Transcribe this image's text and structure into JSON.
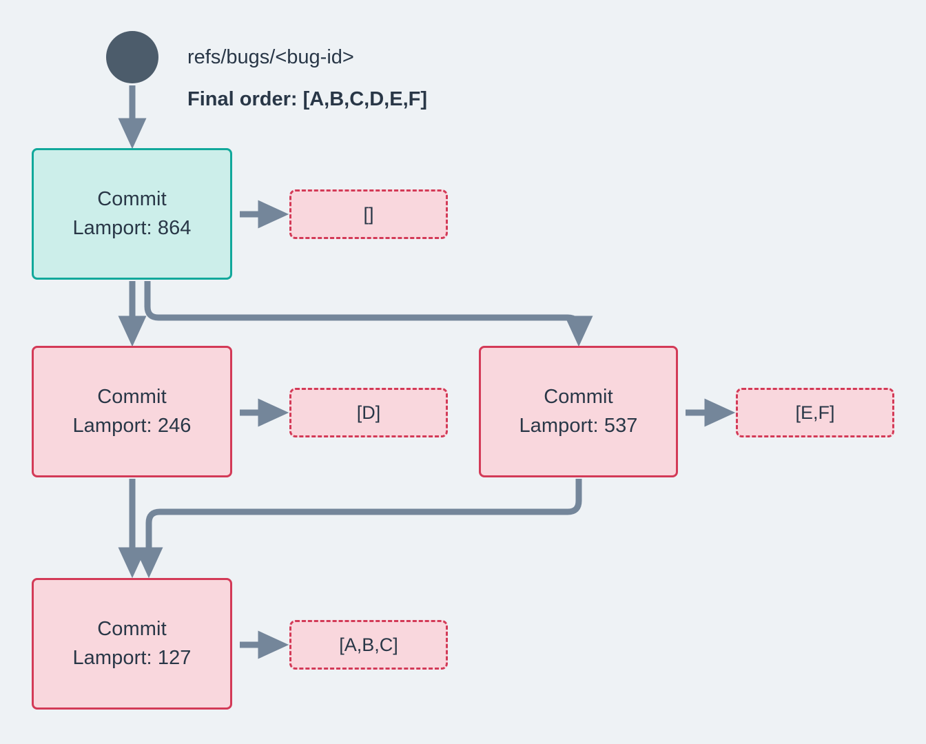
{
  "diagram": {
    "title_ref": "refs/bugs/<bug-id>",
    "final_order_label": "Final order: [A,B,C,D,E,F]",
    "background_color": "#eef2f5",
    "colors": {
      "root_node": "#4c5c6b",
      "head_fill": "#cceeea",
      "head_border": "#11a89b",
      "commit_fill": "#f9d7dd",
      "commit_border": "#d33a57",
      "edge": "#74869a",
      "text": "#293747"
    },
    "root": {
      "name": "root-ref-node",
      "shape": "circle"
    },
    "nodes": [
      {
        "id": "head",
        "line1": "Commit",
        "line2": "Lamport: 864",
        "lamport": 864,
        "style": "teal",
        "ops": "[]"
      },
      {
        "id": "c246",
        "line1": "Commit",
        "line2": "Lamport: 246",
        "lamport": 246,
        "style": "pink",
        "ops": "[D]"
      },
      {
        "id": "c537",
        "line1": "Commit",
        "line2": "Lamport: 537",
        "lamport": 537,
        "style": "pink",
        "ops": "[E,F]"
      },
      {
        "id": "c127",
        "line1": "Commit",
        "line2": "Lamport: 127",
        "lamport": 127,
        "style": "pink",
        "ops": "[A,B,C]"
      }
    ],
    "edges": [
      {
        "from": "root",
        "to": "head"
      },
      {
        "from": "head",
        "to": "c246"
      },
      {
        "from": "head",
        "to": "c537"
      },
      {
        "from": "c246",
        "to": "c127"
      },
      {
        "from": "c537",
        "to": "c127"
      },
      {
        "from": "head",
        "to": "ops-head"
      },
      {
        "from": "c246",
        "to": "ops-c246"
      },
      {
        "from": "c537",
        "to": "ops-c537"
      },
      {
        "from": "c127",
        "to": "ops-c127"
      }
    ]
  }
}
